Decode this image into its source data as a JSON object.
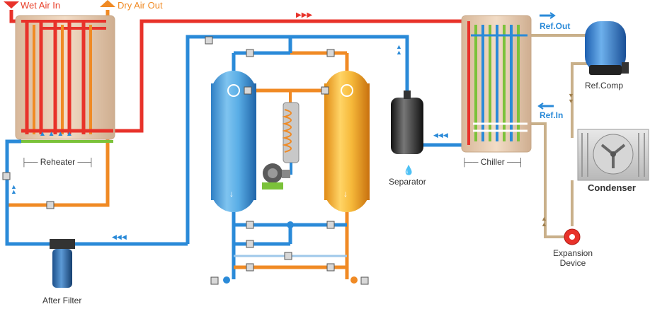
{
  "labels": {
    "wet_air_in": "Wet Air In",
    "dry_air_out": "Dry Air Out",
    "reheater": "Reheater",
    "chiller": "Chiller",
    "separator": "Separator",
    "ref_out": "Ref.Out",
    "ref_in": "Ref.In",
    "ref_comp": "Ref.Comp",
    "condenser": "Condenser",
    "expansion_device_line1": "Expansion",
    "expansion_device_line2": "Device",
    "after_filter": "After Filter"
  },
  "colors": {
    "hot": "#e8322a",
    "warm": "#f08a24",
    "cold": "#2a8ad8",
    "green": "#7bc23a",
    "refrigerant": "#c9b08a"
  },
  "icons": [
    "down-arrow-icon",
    "up-arrow-icon",
    "flow-chevron-icon",
    "valve-icon",
    "water-drop-icon",
    "fan-icon"
  ]
}
